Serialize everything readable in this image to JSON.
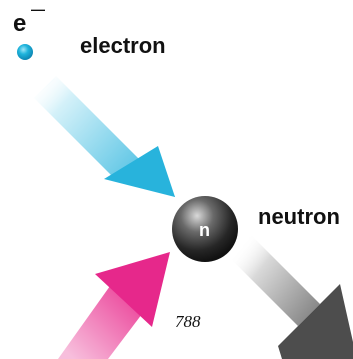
{
  "labels": {
    "electron_symbol": "e",
    "electron_symbol_superscript": "—",
    "electron_name": "electron",
    "neutron_symbol": "n",
    "neutron_name": "neutron",
    "annotation_number": "788"
  },
  "colors": {
    "electron_dot": "#1aa9d6",
    "electron_arrow": "#2ab4dc",
    "incoming_arrow": "#e8338f",
    "outgoing_arrow": "#555555",
    "neutron_sphere": "#2a2a2a",
    "background": "#ffffff"
  }
}
